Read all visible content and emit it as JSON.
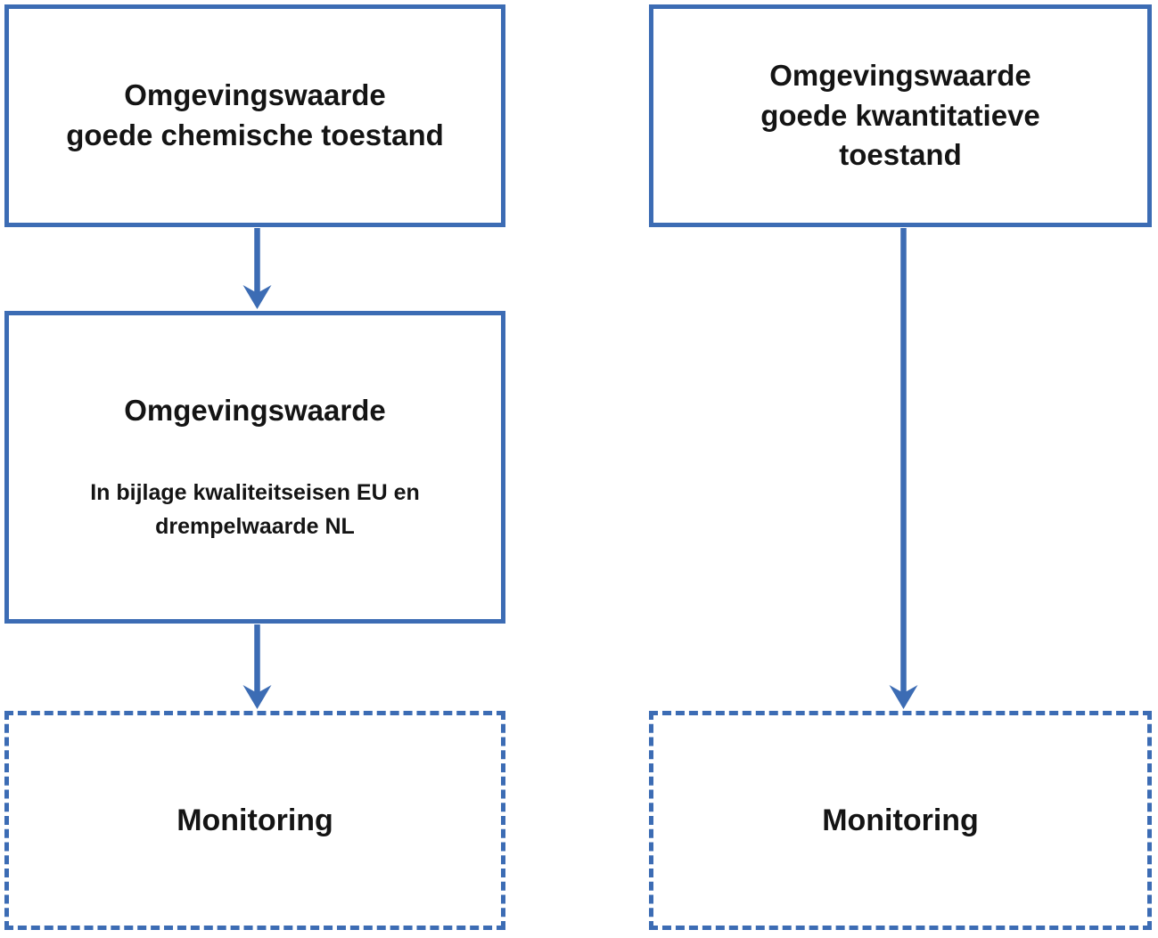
{
  "colors": {
    "line_blue": "#3C6CB4",
    "text_black": "#141414",
    "background": "#FFFFFF"
  },
  "left_column": {
    "top_box": {
      "text": "Omgevingswaarde\ngoede chemische toestand"
    },
    "middle_box": {
      "title": "Omgevingswaarde",
      "body": "In bijlage kwaliteitseisen EU en\ndrempelwaarde NL"
    },
    "monitoring_box": {
      "text": "Monitoring"
    }
  },
  "right_column": {
    "top_box": {
      "text": "Omgevingswaarde\ngoede kwantitatieve\ntoestand"
    },
    "monitoring_box": {
      "text": "Monitoring"
    }
  },
  "arrows": {
    "left_top_to_middle": "down-arrow",
    "left_middle_to_monitoring": "down-arrow",
    "right_top_to_monitoring": "down-arrow"
  }
}
